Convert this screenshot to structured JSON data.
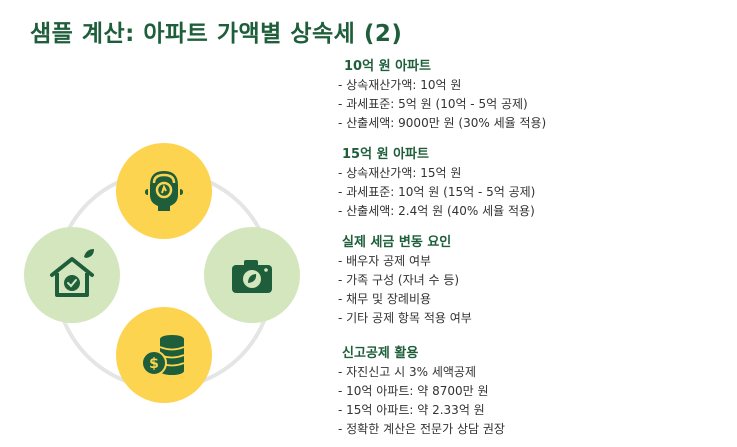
{
  "title": "샘플 계산: 아파트 가액별 상속세 (2)",
  "colors": {
    "title": "#1e5e3a",
    "icon_fill": "#1e5e3a",
    "yellow_node": "#fcd450",
    "green_node": "#d4e6bd",
    "ring": "#e4e6e4"
  },
  "diagram": {
    "nodes": [
      {
        "icon": "thinking-head-icon"
      },
      {
        "icon": "house-check-icon"
      },
      {
        "icon": "camera-leaf-icon"
      },
      {
        "icon": "coin-stack-icon"
      }
    ]
  },
  "sections": [
    {
      "heading": "10억 원 아파트",
      "lines": [
        "- 상속재산가액: 10억 원",
        "- 과세표준: 5억 원 (10억 - 5억 공제)",
        "- 산출세액: 9000만 원 (30% 세율 적용)"
      ]
    },
    {
      "heading": "15억 원 아파트",
      "lines": [
        " - 상속재산가액: 15억 원",
        " - 과세표준: 10억 원 (15억 - 5억 공제)",
        " - 산출세액: 2.4억 원 (40% 세율 적용)"
      ]
    },
    {
      "heading": "실제 세금 변동 요인",
      "lines": [
        "- 배우자 공제 여부",
        "- 가족 구성 (자녀 수 등)",
        "- 채무 및 장례비용",
        "- 기타 공제 항목 적용 여부"
      ]
    },
    {
      "heading": "신고공제 활용",
      "lines": [
        "- 자진신고 시 3% 세액공제",
        "- 10억 아파트: 약 8700만 원",
        "- 15억 아파트: 약 2.33억 원",
        "- 정확한 계산은 전문가 상담 권장"
      ]
    }
  ]
}
